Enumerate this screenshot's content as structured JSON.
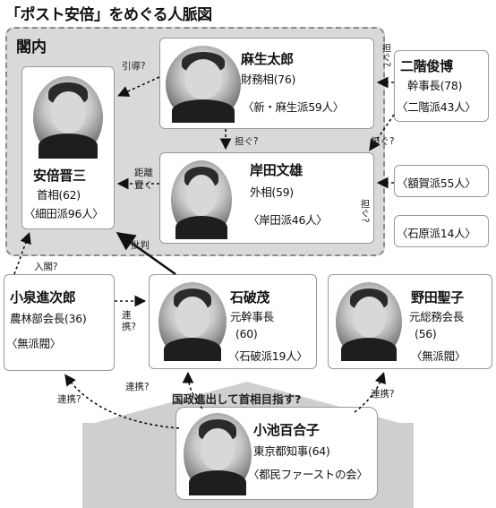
{
  "title": "「ポスト安倍」をめぐる人脈図",
  "cabinet_label": "閣内",
  "people": {
    "abe": {
      "name": "安倍晋三",
      "role": "首相(62)",
      "faction": "〈細田派96人〉"
    },
    "aso": {
      "name": "麻生太郎",
      "role": "財務相(76)",
      "faction": "〈新・麻生派59人〉"
    },
    "kishida": {
      "name": "岸田文雄",
      "role": "外相(59)",
      "faction": "〈岸田派46人〉"
    },
    "nikai": {
      "name": "二階俊博",
      "role": "幹事長(78)",
      "faction": "〈二階派43人〉"
    },
    "koizumi": {
      "name": "小泉進次郎",
      "role": "農林部会長(36)",
      "faction": "〈無派閥〉"
    },
    "ishiba": {
      "name": "石破茂",
      "role": "元幹事長",
      "age": "(60)",
      "faction": "〈石破派19人〉"
    },
    "noda": {
      "name": "野田聖子",
      "role": "元総務会長",
      "age": "(56)",
      "faction": "〈無派閥〉"
    },
    "koike": {
      "name": "小池百合子",
      "role": "東京都知事(64)",
      "faction": "〈都民ファーストの会〉"
    }
  },
  "factions": {
    "nukaga": "〈額賀派55人〉",
    "ishihara": "〈石原派14人〉"
  },
  "labels": {
    "indo": "引導?",
    "katsugu_nikai_aso": "担ぐ?",
    "katsugu_aso_kishida": "担ぐ?",
    "katsugu_nikai_kishida": "担ぐ?",
    "katsugu_nukaga": "担ぐ?",
    "kyori_oku": "距離置く",
    "hihan": "批判",
    "nyukaku": "入閣?",
    "renkei_koizumi_ishiba": "連携?",
    "renkei_koike_koizumi": "連携?",
    "renkei_koike_ishiba": "連携?",
    "renkei_koike_noda": "連携?",
    "koike_headline": "国政進出して首相目指す?"
  }
}
